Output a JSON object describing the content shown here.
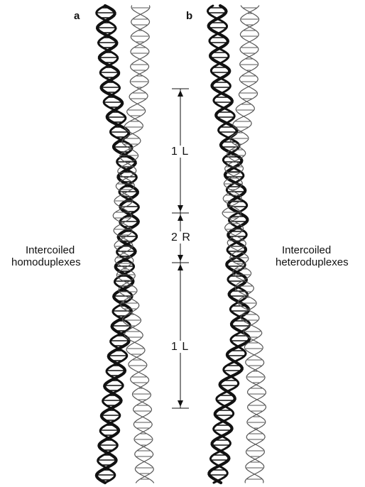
{
  "panels": {
    "a": "a",
    "b": "b"
  },
  "labels": {
    "left_line1": "Intercoiled",
    "left_line2": "homoduplexes",
    "right_line1": "Intercoiled",
    "right_line2": "heteroduplexes"
  },
  "dimensions": [
    {
      "label": "1 L"
    },
    {
      "label": "2 R"
    },
    {
      "label": "1 L"
    }
  ],
  "colors": {
    "ink": "#111111",
    "dark_strand": "#111111",
    "light_strand": "#555555",
    "background": "#ffffff"
  }
}
